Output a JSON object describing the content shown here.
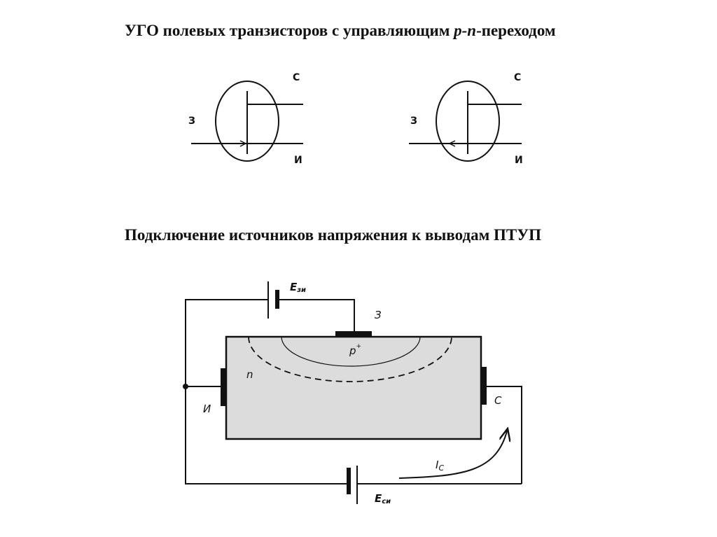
{
  "title1": {
    "pre": "УГО полевых транзисторов с управляющим ",
    "pn": "p-n",
    "post": "-переходом"
  },
  "title2": "Подключение источников напряжения к выводам ПТУП",
  "symbols": {
    "drain": "С",
    "gate": "З",
    "source": "И"
  },
  "circuit": {
    "e_gs": "E",
    "e_gs_sub": "зи",
    "gate": "З",
    "p": "p",
    "p_sup": "+",
    "n": "n",
    "source": "И",
    "drain": "С",
    "ic": "I",
    "ic_sub": "С",
    "e_ds": "E",
    "e_ds_sub": "си"
  }
}
